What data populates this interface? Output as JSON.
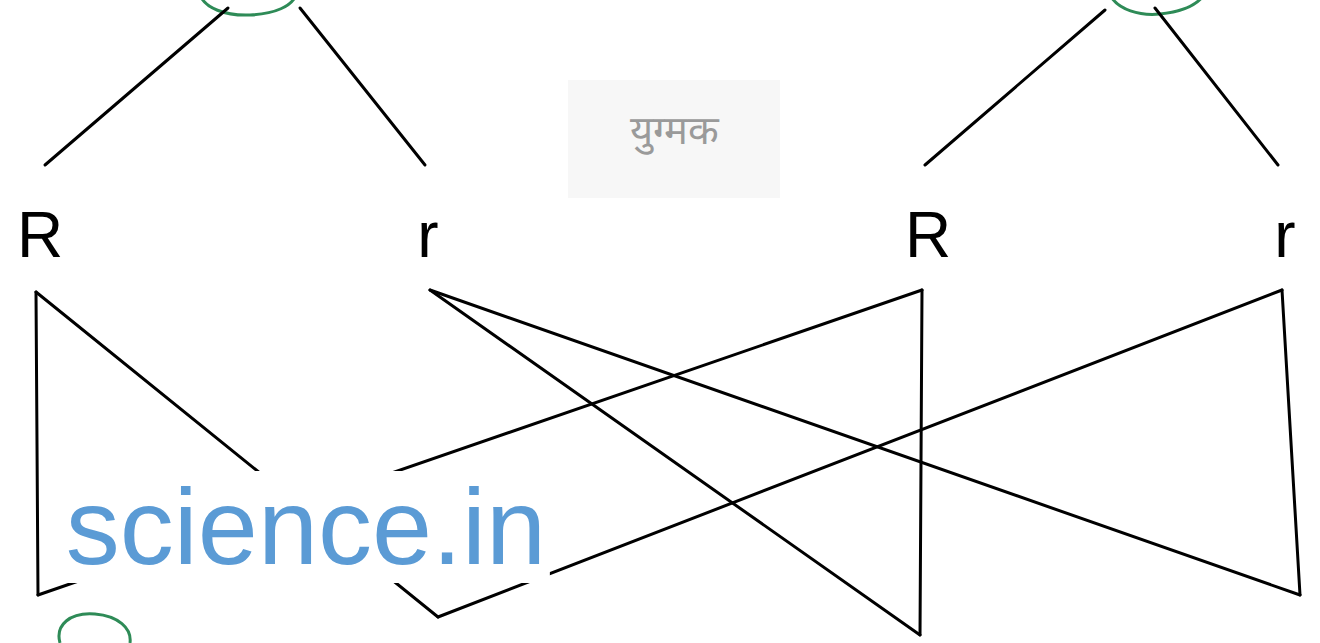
{
  "diagram": {
    "labels": [
      "युग्मक",
      "R",
      "r",
      "R",
      "r",
      "science.in"
    ]
  }
}
